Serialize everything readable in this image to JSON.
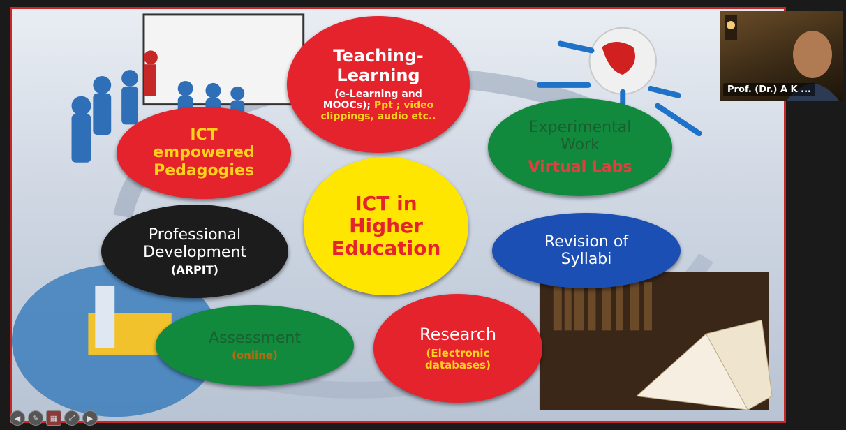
{
  "slide": {
    "center": {
      "lines": [
        "ICT in",
        "Higher",
        "Education"
      ]
    },
    "nodes": [
      {
        "id": "teaching",
        "title": [
          "Teaching-",
          "Learning"
        ],
        "sub1": "(e-Learning and",
        "sub2": "MOOCs);",
        "sub3": "Ppt ; video",
        "sub4": "clippings, audio etc.."
      },
      {
        "id": "experimental",
        "title": [
          "Experimental",
          "Work"
        ],
        "emph": "Virtual Labs"
      },
      {
        "id": "pedagogies",
        "title": [
          "ICT",
          "empowered",
          "Pedagogies"
        ]
      },
      {
        "id": "professional",
        "title": [
          "Professional",
          "Development"
        ],
        "sub": "(ARPIT)"
      },
      {
        "id": "revision",
        "title": [
          "Revision of",
          "Syllabi"
        ]
      },
      {
        "id": "assessment",
        "title": [
          "Assessment"
        ],
        "sub": "(online)"
      },
      {
        "id": "research",
        "title": [
          "Research"
        ],
        "sub": "(Electronic databases)"
      }
    ]
  },
  "participant": {
    "name": "Prof. (Dr.) A K ..."
  },
  "toolbar": {
    "buttons": [
      {
        "name": "prev-button",
        "glyph": "◀"
      },
      {
        "name": "pen-button",
        "glyph": "✎"
      },
      {
        "name": "slides-button",
        "glyph": "▦"
      },
      {
        "name": "zoom-button",
        "glyph": "⤢"
      },
      {
        "name": "next-button",
        "glyph": "▶"
      }
    ]
  },
  "colors": {
    "red": "#e5232d",
    "green": "#118a3e",
    "yellow": "#ffe600",
    "black": "#1c1c1c",
    "blue": "#1b4fb3"
  }
}
